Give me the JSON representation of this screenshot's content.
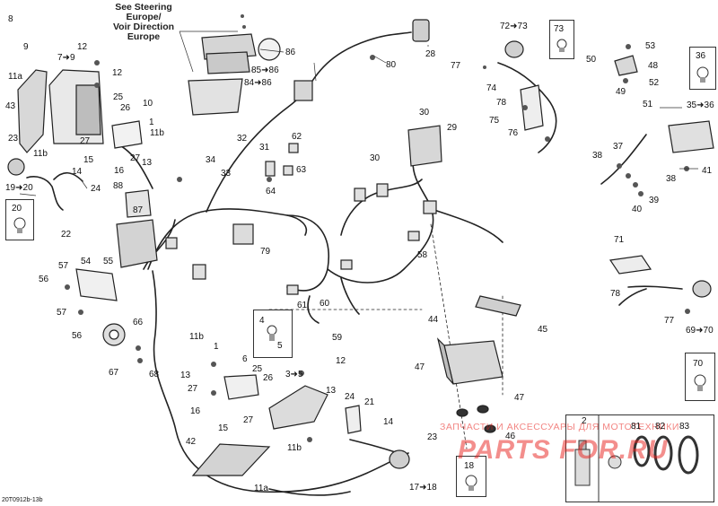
{
  "note_lines": [
    "See Steering",
    "Europe/",
    "Voir Direction",
    "Europe"
  ],
  "diagram_code": "20T0912b-13b",
  "watermark": {
    "line1": "ЗАПЧАСТИ И АКСЕССУАРЫ ДЛЯ МОТОТЕХНИКИ",
    "brand": "PARTS FOR.RU",
    "color": "#e8201c"
  },
  "boxed_callouts": [
    "73",
    "36",
    "20",
    "4",
    "5",
    "70",
    "18"
  ],
  "callouts": [
    "8",
    "9",
    "7➜9",
    "12",
    "12",
    "11a",
    "43",
    "25",
    "26",
    "10",
    "1",
    "11b",
    "27",
    "27",
    "15",
    "13",
    "23",
    "11b",
    "16",
    "14",
    "19➜20",
    "24",
    "88",
    "87",
    "22",
    "57",
    "54",
    "55",
    "56",
    "57",
    "56",
    "66",
    "67",
    "68",
    "32",
    "31",
    "34",
    "33",
    "64",
    "62",
    "63",
    "79",
    "61",
    "60",
    "59",
    "58",
    "86",
    "85➜86",
    "84➜86",
    "80",
    "28",
    "30",
    "29",
    "30",
    "72➜73",
    "77",
    "74",
    "78",
    "75",
    "76",
    "53",
    "50",
    "49",
    "48",
    "52",
    "51",
    "35➜36",
    "37",
    "38",
    "39",
    "40",
    "38",
    "41",
    "71",
    "78",
    "77",
    "69➜70",
    "44",
    "45",
    "47",
    "47",
    "11b",
    "1",
    "13",
    "6",
    "27",
    "25",
    "26",
    "16",
    "27",
    "15",
    "3➜5",
    "12",
    "13",
    "24",
    "21",
    "14",
    "42",
    "11b",
    "11a",
    "23",
    "17➜18",
    "46",
    "2",
    "81",
    "82",
    "83"
  ]
}
